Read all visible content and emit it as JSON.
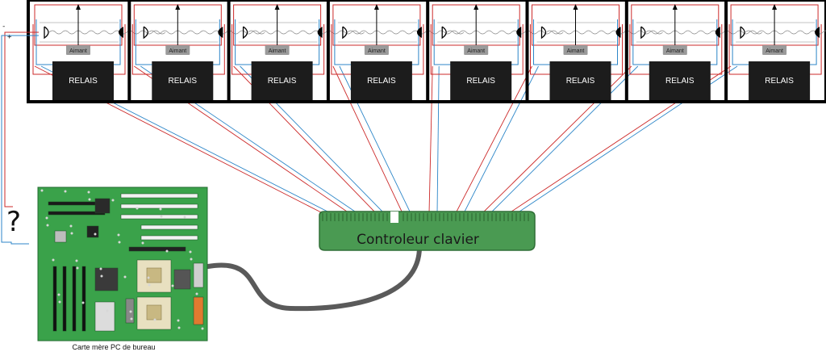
{
  "relay_box": {
    "relay_label": "RELAIS",
    "magnet_label": "Aimant",
    "count": 8
  },
  "keyboard_controller": {
    "label": "Controleur clavier"
  },
  "motherboard": {
    "caption": "Carte mère PC de bureau"
  },
  "unknown_link": {
    "symbol": "?"
  },
  "polarity": {
    "minus": "-",
    "plus": "+"
  },
  "colors": {
    "wire_red": "#cc2a2a",
    "wire_blue": "#2c86c8",
    "frame": "#000000",
    "relay_fill": "#1c1c1c",
    "magnet_fill": "#9a9a9a",
    "controller_fill": "#4a9a52",
    "controller_border": "#2f6e36",
    "pcb_green": "#3aa24a",
    "cable_gray": "#5a5a5a"
  }
}
